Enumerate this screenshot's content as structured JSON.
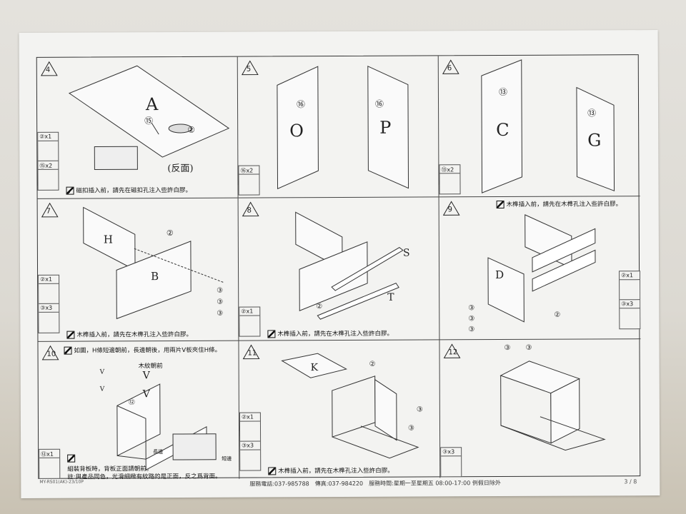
{
  "steps": [
    {
      "num": "4",
      "labels": [
        "A",
        "⑮",
        "②",
        "(反面)"
      ],
      "parts": [
        "②x1",
        "⑮x2"
      ],
      "note": "磁扣插入前，請先在磁扣孔注入些許白膠。"
    },
    {
      "num": "5",
      "labels": [
        "O",
        "P",
        "⑯",
        "⑯"
      ],
      "parts": [
        "⑯x2"
      ],
      "note": ""
    },
    {
      "num": "6",
      "labels": [
        "C",
        "G",
        "⑬",
        "⑬"
      ],
      "parts": [
        "⑬x2"
      ],
      "note": ""
    },
    {
      "num": "7",
      "labels": [
        "H",
        "B",
        "②",
        "③",
        "③",
        "③"
      ],
      "parts": [
        "②x1",
        "③x3"
      ],
      "note": "木榫插入前，請先在木榫孔注入些許白膠。"
    },
    {
      "num": "8",
      "labels": [
        "S",
        "T",
        "②"
      ],
      "parts": [
        "②x1"
      ],
      "note": "木榫插入前，請先在木榫孔注入些許白膠。"
    },
    {
      "num": "9",
      "labels": [
        "D",
        "②",
        "③",
        "③",
        "③"
      ],
      "parts": [
        "②x1",
        "③x3"
      ],
      "note": "木榫插入前，請先在木榫孔注入些許白膠。"
    },
    {
      "num": "10",
      "labels": [
        "V",
        "V",
        "V",
        "V",
        "⑫",
        "木紋朝前",
        "長邊",
        "短邊"
      ],
      "parts": [
        "⑫x1"
      ],
      "note": "如圖，H條短邊朝前，長邊朝後，用兩片V板夾住H條。",
      "note2": "組裝背板時，背板正面請朝前。",
      "note3": "註:與產品同色，光滑細緻有紋路的是正面，反之爲背面。"
    },
    {
      "num": "11",
      "labels": [
        "K",
        "②",
        "③",
        "③"
      ],
      "parts": [
        "②x1",
        "③x3"
      ],
      "note": "木榫插入前，請先在木榫孔注入些許白膠。"
    },
    {
      "num": "12",
      "labels": [
        "③",
        "③"
      ],
      "parts": [
        "③x3"
      ],
      "note": ""
    }
  ],
  "footer": {
    "text": "服務電話:037-985788　傳真:037-984220　服務時間:星期一至星期五 08:00-17:00 例假日除外",
    "page": "3 / 8",
    "model": "MY-RS01(AK)-23/10P"
  }
}
